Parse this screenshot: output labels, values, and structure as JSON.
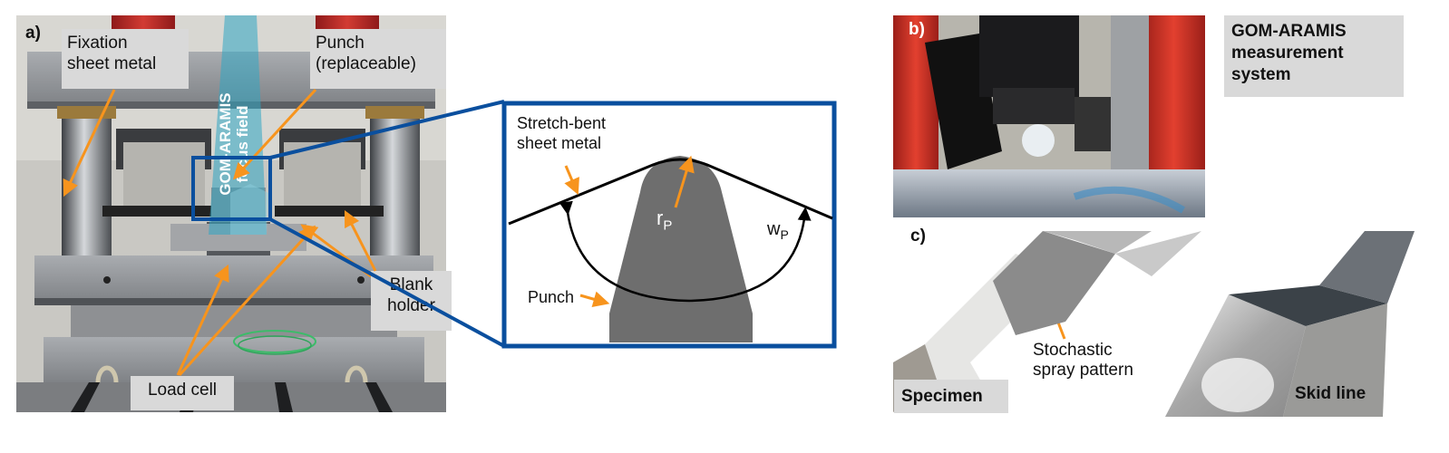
{
  "panels": {
    "a": {
      "label": "a)",
      "focus_field_line1": "GOM-ARAMIS",
      "focus_field_line2": "focus field",
      "callouts": {
        "fixation_line1": "Fixation",
        "fixation_line2": "sheet metal",
        "punch_line1": "Punch",
        "punch_line2": "(replaceable)",
        "blank_holder_line1": "Blank",
        "blank_holder_line2": "holder",
        "load_cell": "Load cell"
      }
    },
    "detail": {
      "sheet_line1": "Stretch-bent",
      "sheet_line2": "sheet metal",
      "punch": "Punch",
      "radius_symbol": "r",
      "radius_sub": "P",
      "width_symbol": "w",
      "width_sub": "P"
    },
    "b": {
      "label": "b)",
      "caption_line1": "GOM-ARAMIS",
      "caption_line2": "measurement",
      "caption_line3": "system"
    },
    "c": {
      "label": "c)",
      "specimen": "Specimen",
      "spray_line1": "Stochastic",
      "spray_line2": "spray pattern",
      "skid_line": "Skid line"
    }
  },
  "colors": {
    "arrow": "#f7941d",
    "frame": "#0a4f9e",
    "callout_bg": "#d9d9d9",
    "punch_fill": "#6e6e6e"
  }
}
